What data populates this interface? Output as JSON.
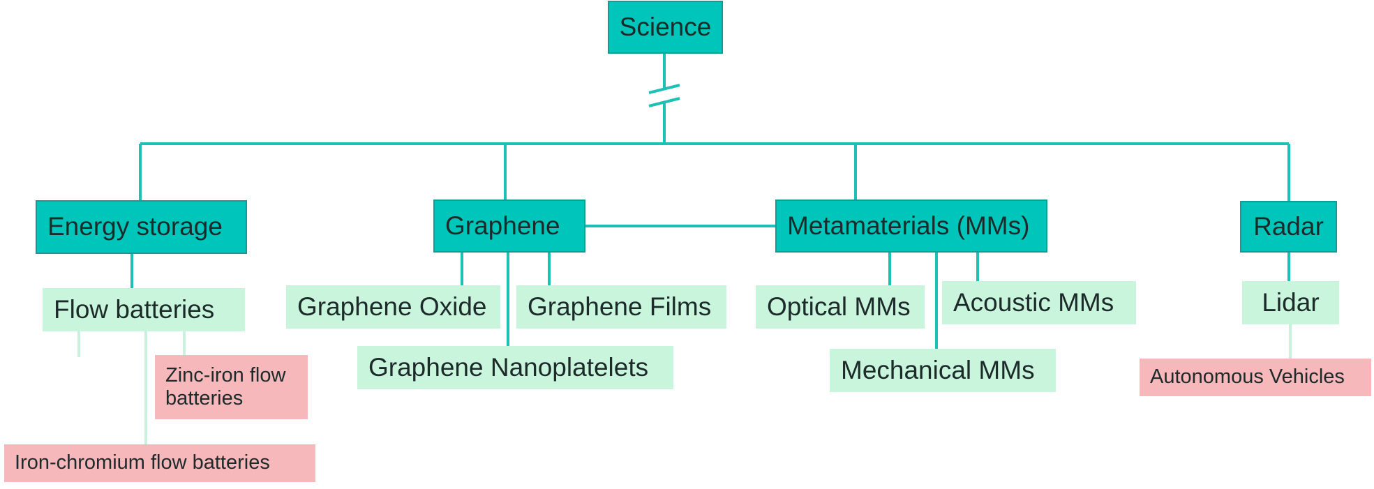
{
  "root": {
    "label": "Science"
  },
  "categories": [
    {
      "label": "Energy storage"
    },
    {
      "label": "Graphene"
    },
    {
      "label": "Metamaterials (MMs)"
    },
    {
      "label": "Radar"
    }
  ],
  "subtopics": {
    "energy_storage": [
      {
        "label": "Flow batteries"
      }
    ],
    "graphene": [
      {
        "label": "Graphene Oxide"
      },
      {
        "label": "Graphene Films"
      },
      {
        "label": "Graphene Nanoplatelets"
      }
    ],
    "metamaterials": [
      {
        "label": "Optical MMs"
      },
      {
        "label": "Acoustic MMs"
      },
      {
        "label": "Mechanical MMs"
      }
    ],
    "radar": [
      {
        "label": "Lidar"
      }
    ]
  },
  "leaves": {
    "flow_batteries": [
      {
        "label": "Zinc-iron flow batteries"
      },
      {
        "label": "Iron-chromium flow batteries"
      }
    ],
    "lidar": [
      {
        "label": "Autonomous Vehicles"
      }
    ]
  },
  "colors": {
    "main_fill": "#00c5ba",
    "main_border": "#0f9e96",
    "sub_fill": "#c8f5dc",
    "leaf_fill": "#f7b8bc",
    "connector": "#1cc0b5",
    "connector_light": "#c8f2dd"
  }
}
